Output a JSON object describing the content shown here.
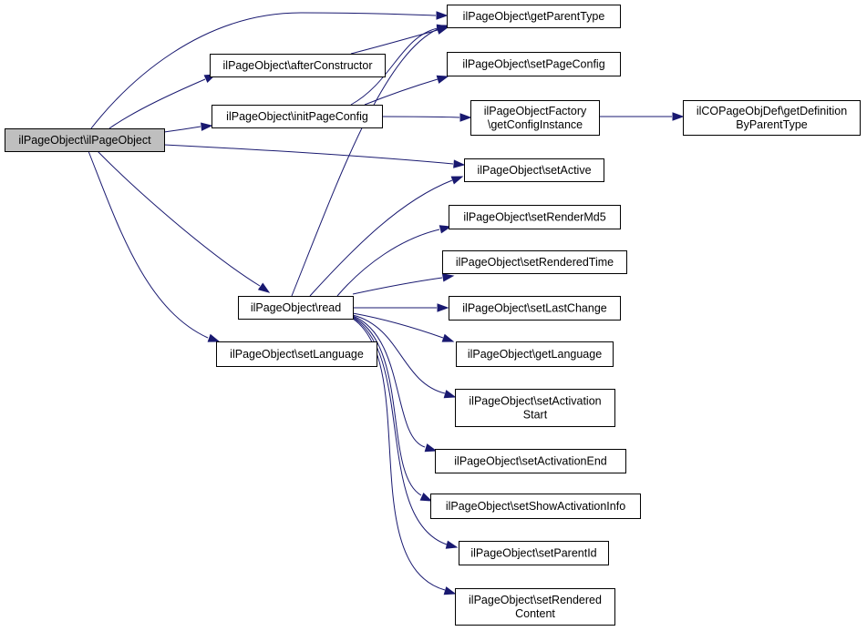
{
  "graph": {
    "nodes": [
      {
        "id": "root",
        "lines": [
          "ilPageObject\\ilPageObject"
        ],
        "highlighted": true
      },
      {
        "id": "afterConstructor",
        "lines": [
          "ilPageObject\\afterConstructor"
        ]
      },
      {
        "id": "initPageConfig",
        "lines": [
          "ilPageObject\\initPageConfig"
        ]
      },
      {
        "id": "read",
        "lines": [
          "ilPageObject\\read"
        ]
      },
      {
        "id": "setLanguage",
        "lines": [
          "ilPageObject\\setLanguage"
        ]
      },
      {
        "id": "getParentType",
        "lines": [
          "ilPageObject\\getParentType"
        ]
      },
      {
        "id": "setPageConfig",
        "lines": [
          "ilPageObject\\setPageConfig"
        ]
      },
      {
        "id": "getConfigInstance",
        "lines": [
          "ilPageObjectFactory",
          "\\getConfigInstance"
        ]
      },
      {
        "id": "getDefinition",
        "lines": [
          "ilCOPageObjDef\\getDefinition",
          "ByParentType"
        ]
      },
      {
        "id": "setActive",
        "lines": [
          "ilPageObject\\setActive"
        ]
      },
      {
        "id": "setRenderMd5",
        "lines": [
          "ilPageObject\\setRenderMd5"
        ]
      },
      {
        "id": "setRenderedTime",
        "lines": [
          "ilPageObject\\setRenderedTime"
        ]
      },
      {
        "id": "setLastChange",
        "lines": [
          "ilPageObject\\setLastChange"
        ]
      },
      {
        "id": "getLanguage",
        "lines": [
          "ilPageObject\\getLanguage"
        ]
      },
      {
        "id": "setActivationStart",
        "lines": [
          "ilPageObject\\setActivation",
          "Start"
        ]
      },
      {
        "id": "setActivationEnd",
        "lines": [
          "ilPageObject\\setActivationEnd"
        ]
      },
      {
        "id": "setShowActivationInfo",
        "lines": [
          "ilPageObject\\setShowActivationInfo"
        ]
      },
      {
        "id": "setParentId",
        "lines": [
          "ilPageObject\\setParentId"
        ]
      },
      {
        "id": "setRenderedContent",
        "lines": [
          "ilPageObject\\setRendered",
          "Content"
        ]
      }
    ],
    "edges": [
      {
        "from": "root",
        "to": "afterConstructor"
      },
      {
        "from": "root",
        "to": "getParentType"
      },
      {
        "from": "root",
        "to": "initPageConfig"
      },
      {
        "from": "root",
        "to": "setActive"
      },
      {
        "from": "root",
        "to": "read"
      },
      {
        "from": "root",
        "to": "setLanguage"
      },
      {
        "from": "afterConstructor",
        "to": "getParentType"
      },
      {
        "from": "initPageConfig",
        "to": "getParentType"
      },
      {
        "from": "initPageConfig",
        "to": "setPageConfig"
      },
      {
        "from": "initPageConfig",
        "to": "getConfigInstance"
      },
      {
        "from": "getConfigInstance",
        "to": "getDefinition"
      },
      {
        "from": "read",
        "to": "getParentType"
      },
      {
        "from": "read",
        "to": "setActive"
      },
      {
        "from": "read",
        "to": "setRenderMd5"
      },
      {
        "from": "read",
        "to": "setRenderedTime"
      },
      {
        "from": "read",
        "to": "setLastChange"
      },
      {
        "from": "read",
        "to": "getLanguage"
      },
      {
        "from": "read",
        "to": "setActivationStart"
      },
      {
        "from": "read",
        "to": "setActivationEnd"
      },
      {
        "from": "read",
        "to": "setShowActivationInfo"
      },
      {
        "from": "read",
        "to": "setParentId"
      },
      {
        "from": "read",
        "to": "setRenderedContent"
      }
    ]
  },
  "colors": {
    "edge": "#191970",
    "root_fill": "#bfbfbf",
    "node_fill": "#ffffff",
    "node_border": "#000000"
  }
}
